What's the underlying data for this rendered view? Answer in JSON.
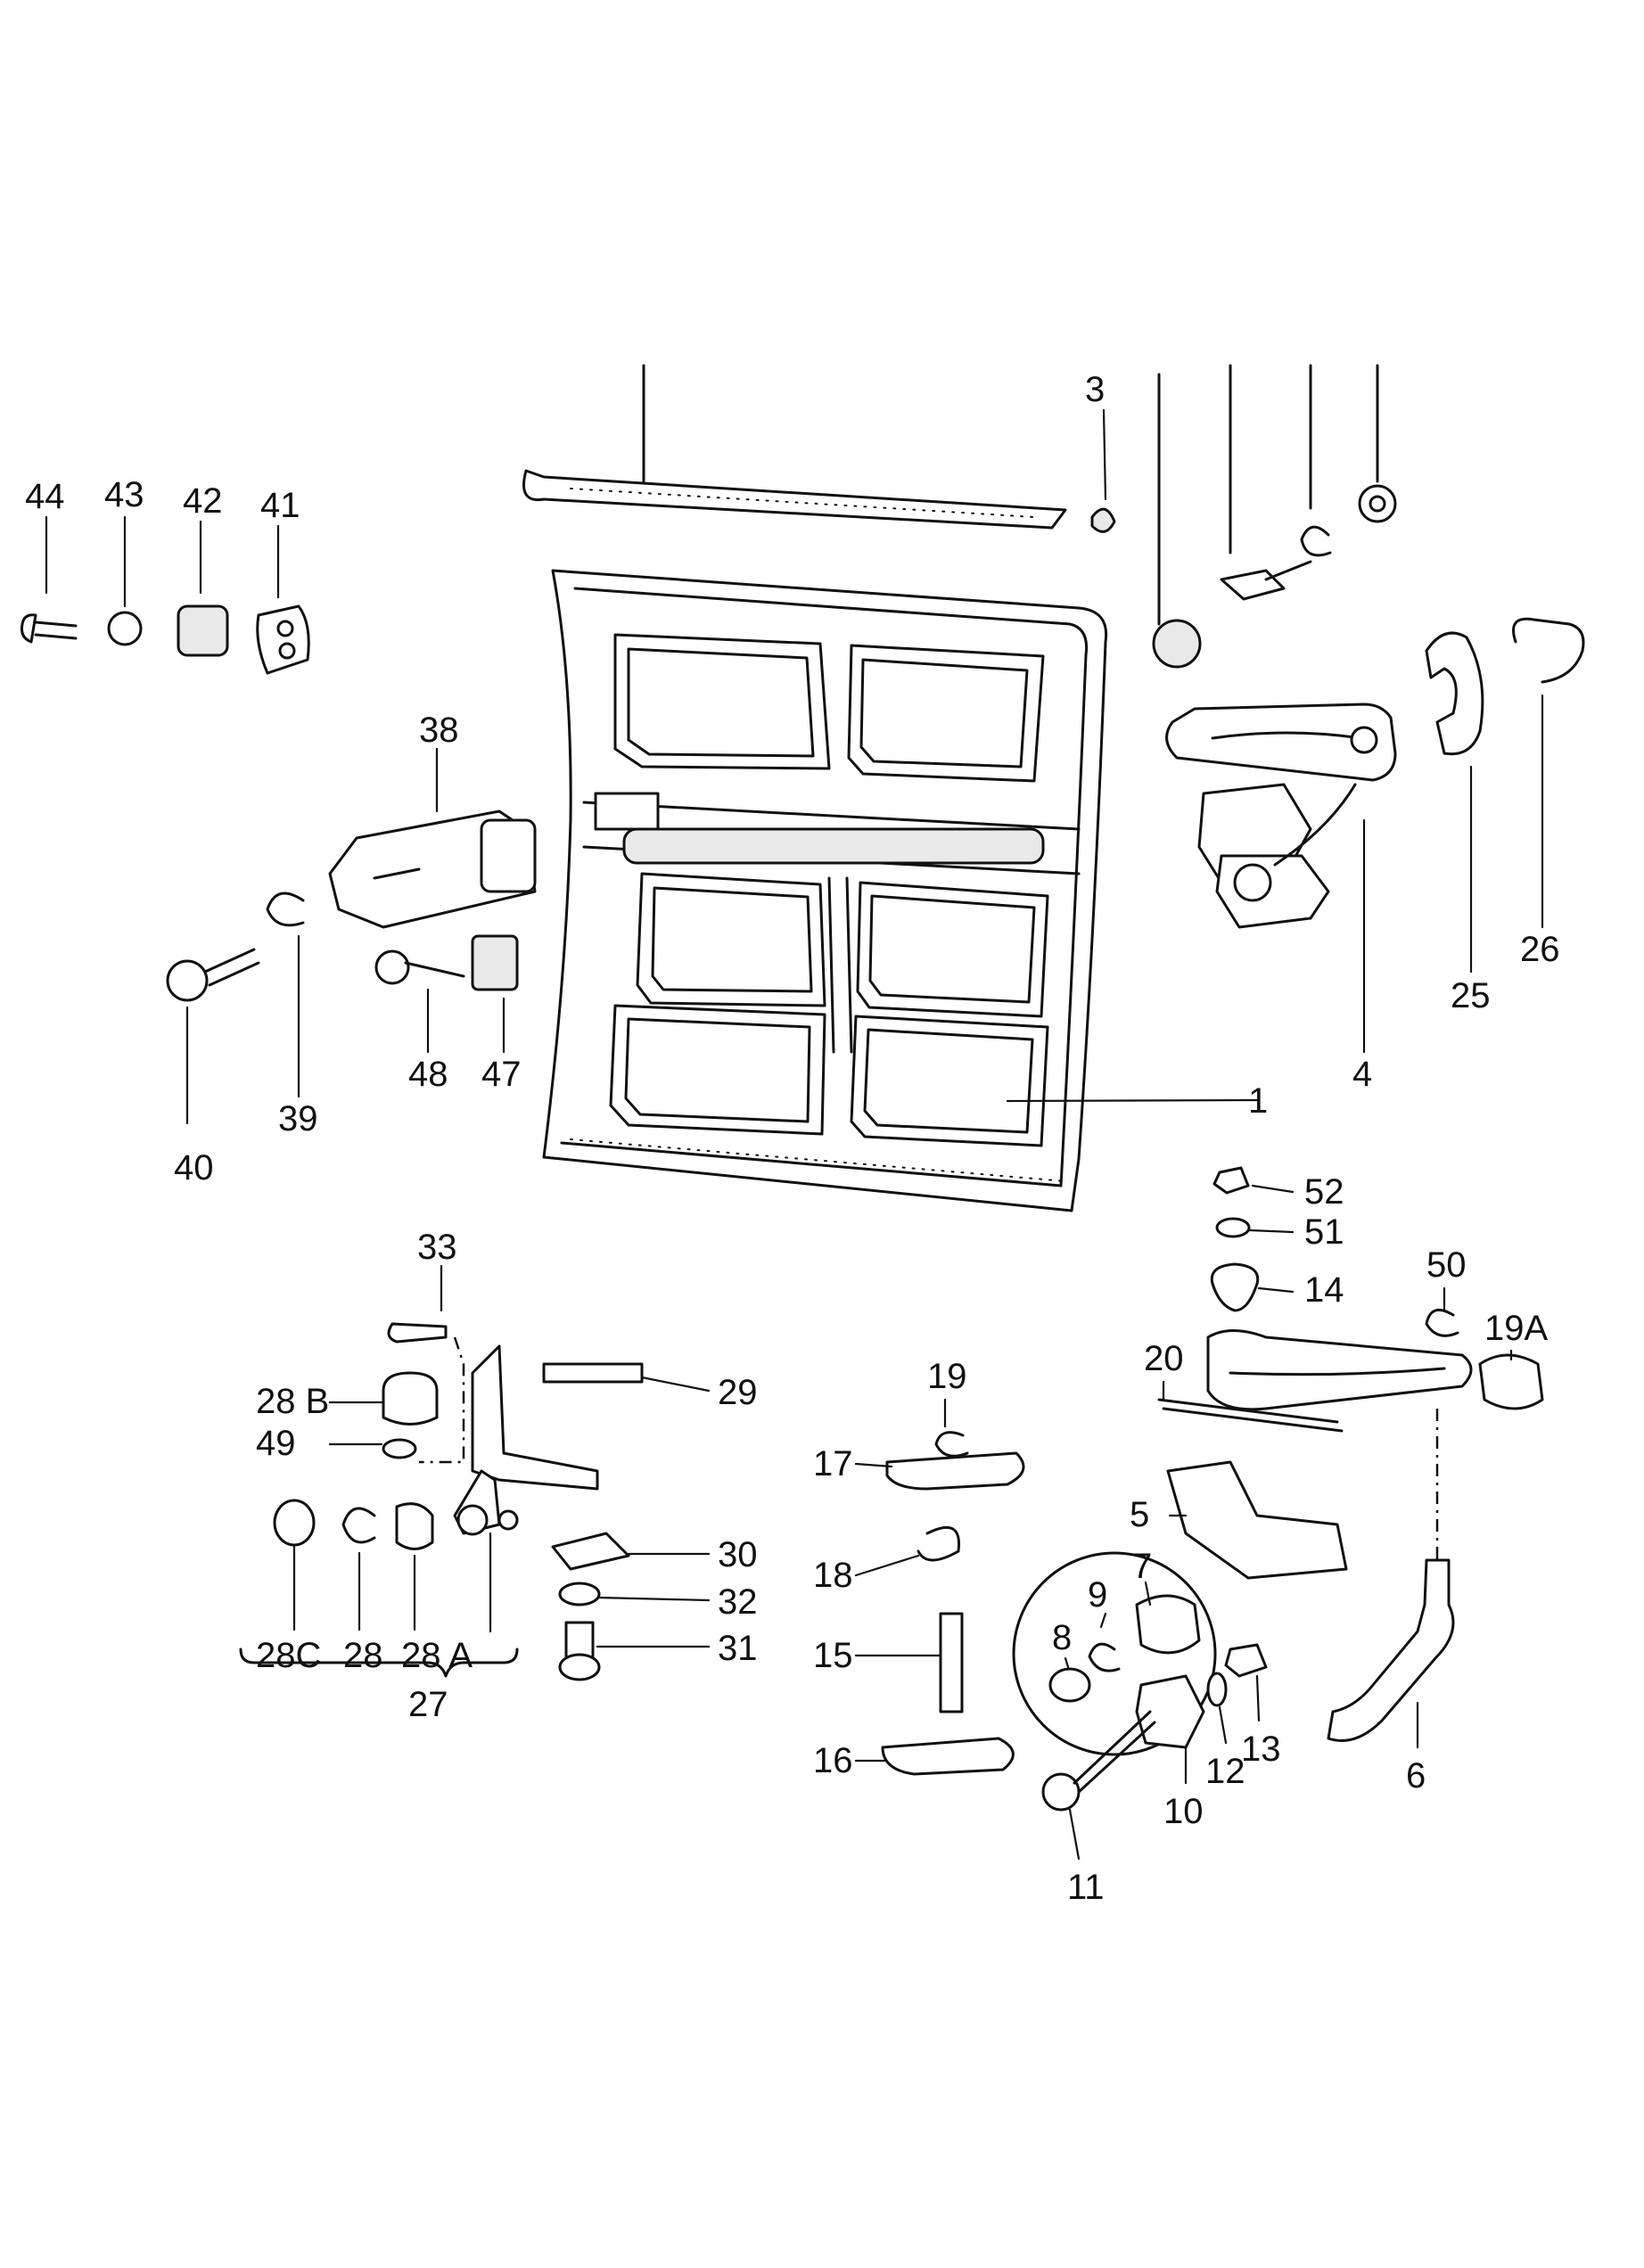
{
  "diagram": {
    "labels": {
      "l1": "1",
      "l3": "3",
      "l4": "4",
      "l5": "5",
      "l6": "6",
      "l7": "7",
      "l8": "8",
      "l9": "9",
      "l10": "10",
      "l11": "11",
      "l12": "12",
      "l13": "13",
      "l14": "14",
      "l15": "15",
      "l16": "16",
      "l17": "17",
      "l18": "18",
      "l19": "19",
      "l19a": "19A",
      "l20": "20",
      "l25": "25",
      "l26": "26",
      "l27": "27",
      "l28": "28",
      "l28a": "28 A",
      "l28b": "28 B",
      "l28c": "28C",
      "l29": "29",
      "l30": "30",
      "l31": "31",
      "l32": "32",
      "l33": "33",
      "l38": "38",
      "l39": "39",
      "l40": "40",
      "l41": "41",
      "l42": "42",
      "l43": "43",
      "l44": "44",
      "l47": "47",
      "l48": "48",
      "l49": "49",
      "l50": "50",
      "l51": "51",
      "l52": "52"
    }
  }
}
